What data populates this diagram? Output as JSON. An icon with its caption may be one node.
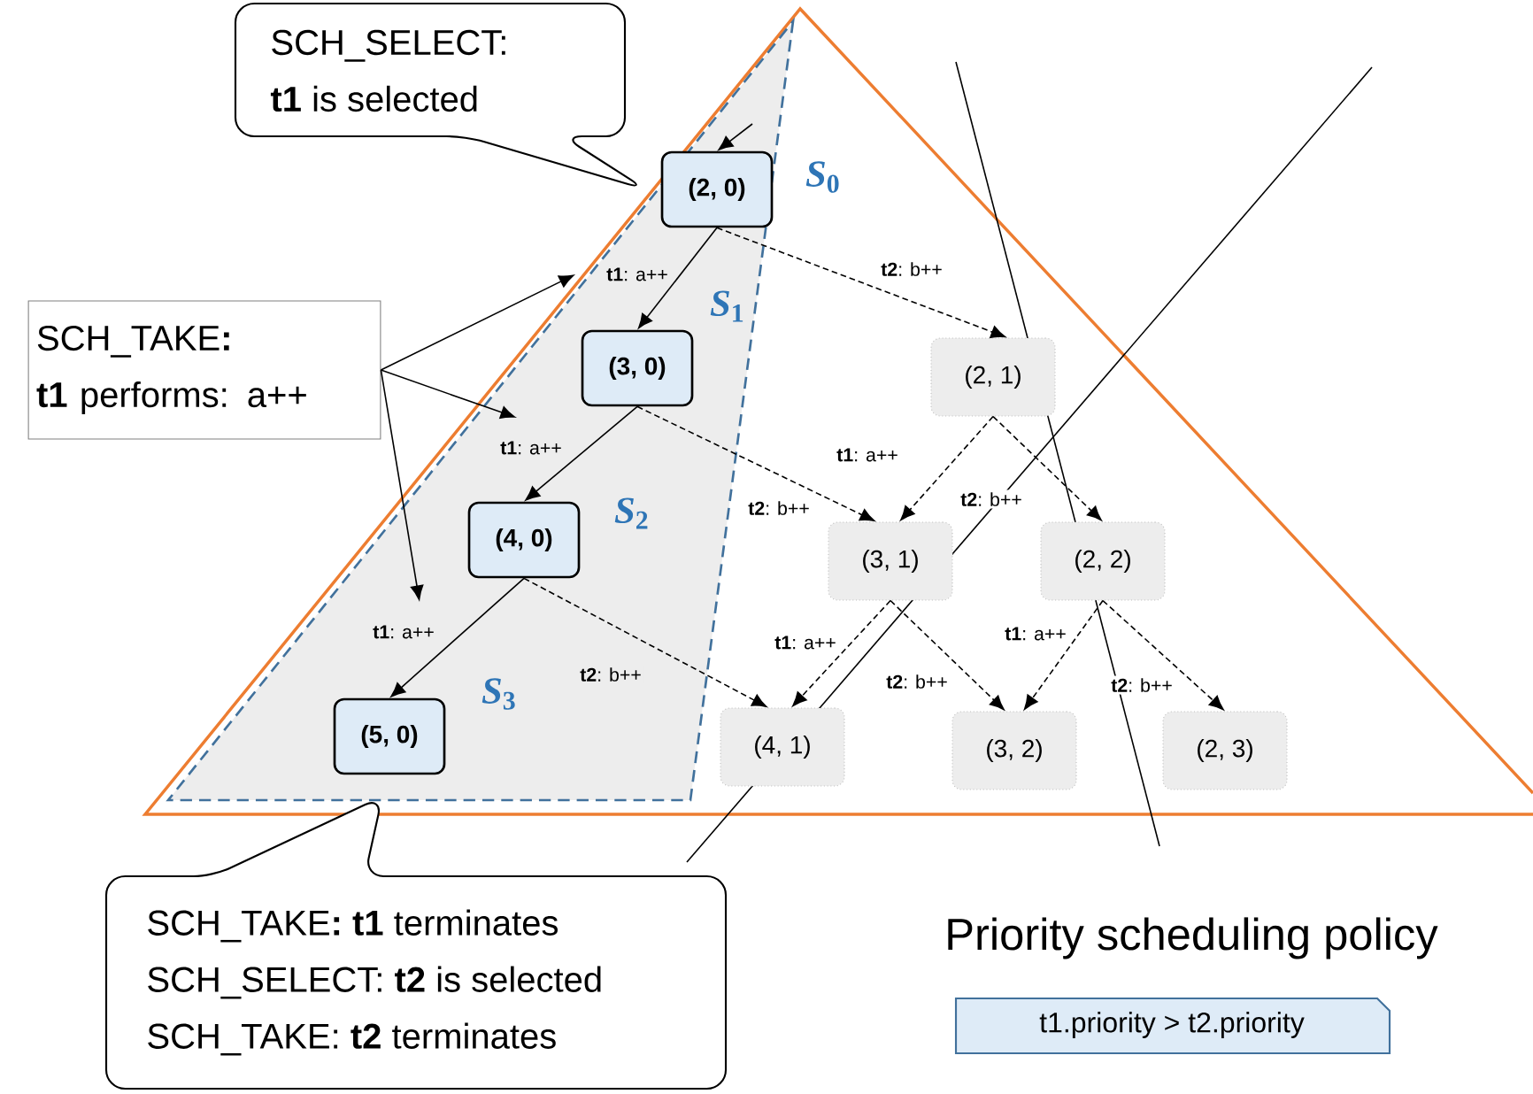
{
  "diagram": {
    "title": "Priority scheduling policy",
    "nodes": [
      {
        "text": [
          "SCH_SELECT:",
          "**t1** is selected"
        ]
      },
      {
        "text": [
          "(2, 0)"
        ]
      },
      {
        "text": [
          "SCH_TAKE**:**",
          "**t1** performs: a++"
        ]
      },
      {
        "text": [
          "(3, 0)"
        ]
      },
      {
        "text": [
          "(2, 1)"
        ]
      },
      {
        "text": [
          "(4, 0)"
        ]
      },
      {
        "text": [
          "(3, 1)"
        ]
      },
      {
        "text": [
          "(2, 2)"
        ]
      },
      {
        "text": [
          "(5, 0)"
        ]
      },
      {
        "text": [
          "(4, 1)"
        ]
      },
      {
        "text": [
          "(3, 2)"
        ]
      },
      {
        "text": [
          "(2, 3)"
        ]
      },
      {
        "text": [
          "SCH_TAKE**:** **t1** terminates",
          "SCH_SELECT: **t2** is selected",
          "SCH_TAKE: **t2** terminates"
        ]
      },
      {
        "text": [
          "t1.priority > t2.priority"
        ]
      }
    ],
    "edges": [
      {
        "from": 1,
        "to": 3,
        "arrow": "to",
        "label": "**t1**: a++"
      },
      {
        "from": 1,
        "to": 4,
        "arrow": "to",
        "label": "**t2**: b++",
        "style": "dashed"
      },
      {
        "from": 3,
        "to": 5,
        "arrow": "to",
        "label": "**t1**: a++"
      },
      {
        "from": 3,
        "to": 6,
        "arrow": "to",
        "label": "**t2**: b++",
        "style": "dashed"
      },
      {
        "from": 5,
        "to": 8,
        "arrow": "to",
        "label": "**t1**: a++"
      },
      {
        "from": 5,
        "to": 9,
        "arrow": "to",
        "label": "**t2**: b++",
        "style": "dashed"
      },
      {
        "from": 4,
        "to": 6,
        "arrow": "to",
        "label": "**t1**: a++",
        "style": "dashed"
      },
      {
        "from": 4,
        "to": 7,
        "arrow": "to",
        "label": "**t2**: b++",
        "style": "dashed"
      },
      {
        "from": 6,
        "to": 9,
        "arrow": "to",
        "label": "**t1**: a++",
        "style": "dashed"
      },
      {
        "from": 6,
        "to": 10,
        "arrow": "to",
        "label": "**t2**: b++",
        "style": "dashed"
      },
      {
        "from": 7,
        "to": 10,
        "arrow": "to",
        "label": "**t1**: a++",
        "style": "dashed"
      },
      {
        "from": 7,
        "to": 11,
        "arrow": "to",
        "label": "**t2**: b++",
        "style": "dashed"
      },
      {
        "from": null,
        "to": 1,
        "arrow": "to"
      },
      {
        "from": 2,
        "to": null,
        "arrow": "to"
      },
      {
        "from": 2,
        "to": null,
        "arrow": "to"
      },
      {
        "from": 2,
        "to": null,
        "arrow": "to"
      }
    ],
    "labels": [
      "*S*$_{0}$",
      "*S*$_{1}$",
      "*S*$_{2}$",
      "*S*$_{3}$"
    ]
  }
}
